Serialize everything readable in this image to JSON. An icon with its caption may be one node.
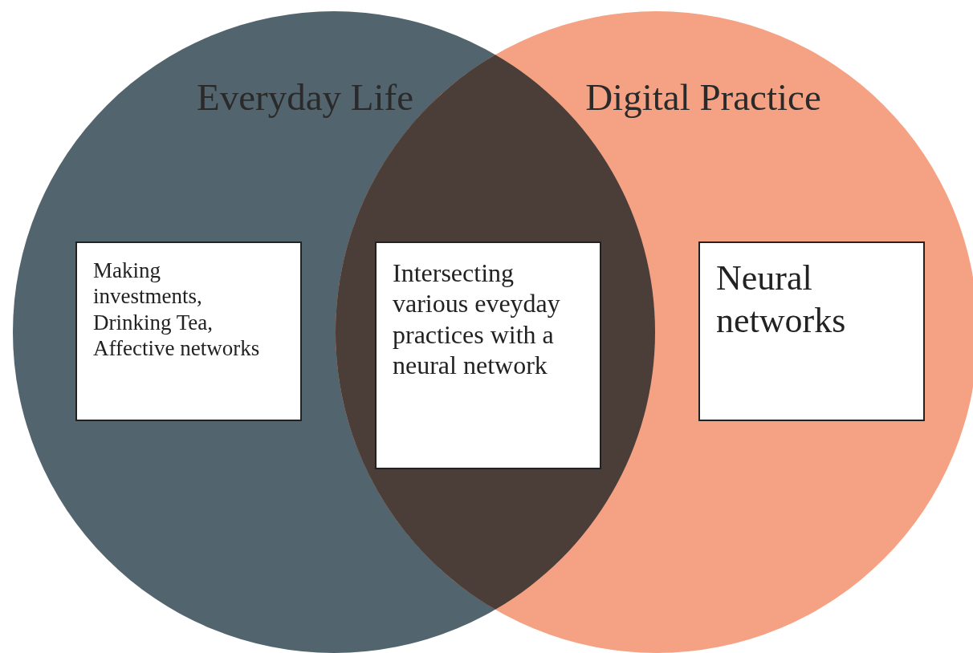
{
  "diagram": {
    "nodes": [
      {
        "text": [
          "Everyday Life"
        ]
      },
      {
        "text": [
          "Digital Practice"
        ]
      },
      {
        "text": [
          "Making investments, Drinking Tea, Affective networks"
        ],
        "in": 0
      },
      {
        "text": [
          "Intersecting various eveyday practices with a neural network"
        ]
      },
      {
        "text": [
          "Neural networks"
        ],
        "in": 1
      }
    ],
    "edges": []
  }
}
